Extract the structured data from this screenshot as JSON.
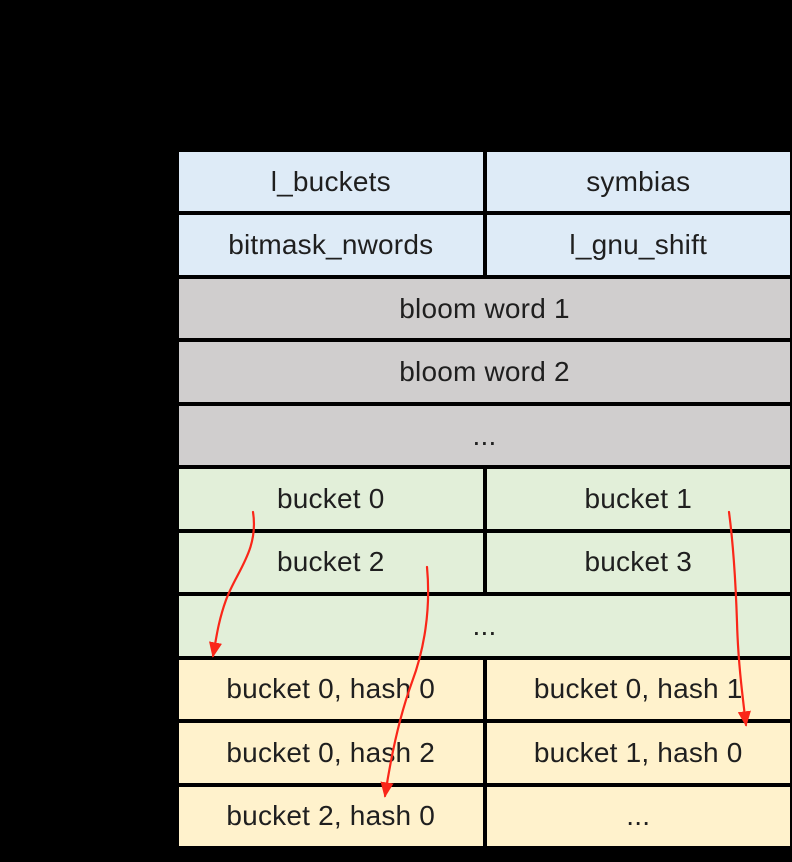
{
  "canvas": {
    "background": "#000000"
  },
  "colors": {
    "canvas_bg": "#000000",
    "header_blue": "#deebf7",
    "bloom_gray": "#d0cece",
    "bucket_green": "#e2efd9",
    "chain_yellow": "#fff2cc",
    "arrow_red": "#fa2619",
    "cell_text": "#1f1f1f"
  },
  "table": {
    "rows": [
      {
        "group": "header",
        "cells": [
          {
            "label": "l_buckets"
          },
          {
            "label": "symbias"
          }
        ]
      },
      {
        "group": "header",
        "cells": [
          {
            "label": "bitmask_nwords"
          },
          {
            "label": "l_gnu_shift"
          }
        ]
      },
      {
        "group": "bloom",
        "cells": [
          {
            "label": "bloom word 1",
            "span": 2
          }
        ]
      },
      {
        "group": "bloom",
        "cells": [
          {
            "label": "bloom word 2",
            "span": 2
          }
        ]
      },
      {
        "group": "bloom",
        "cells": [
          {
            "label": "...",
            "span": 2
          }
        ]
      },
      {
        "group": "buckets",
        "cells": [
          {
            "label": "bucket 0"
          },
          {
            "label": "bucket 1"
          }
        ]
      },
      {
        "group": "buckets",
        "cells": [
          {
            "label": "bucket 2"
          },
          {
            "label": "bucket 3"
          }
        ]
      },
      {
        "group": "buckets",
        "cells": [
          {
            "label": "...",
            "span": 2
          }
        ]
      },
      {
        "group": "chains",
        "cells": [
          {
            "label": "bucket 0, hash 0"
          },
          {
            "label": "bucket 0, hash 1"
          }
        ]
      },
      {
        "group": "chains",
        "cells": [
          {
            "label": "bucket 0, hash 2"
          },
          {
            "label": "bucket 1, hash 0"
          }
        ]
      },
      {
        "group": "chains",
        "cells": [
          {
            "label": "bucket 2, hash 0"
          },
          {
            "label": "..."
          }
        ]
      }
    ]
  },
  "arrows": [
    {
      "from": "bucket 0",
      "to": "bucket 0, hash 0"
    },
    {
      "from": "bucket 2",
      "to": "bucket 2, hash 0"
    },
    {
      "from": "bucket 1",
      "to": "bucket 1, hash 0"
    }
  ]
}
